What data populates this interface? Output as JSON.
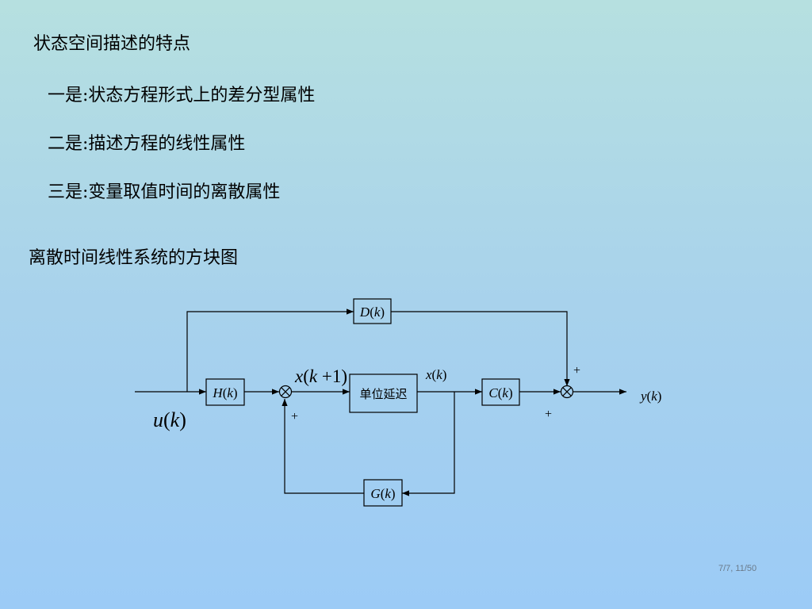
{
  "section1": {
    "title": "状态空间描述的特点",
    "points": [
      "一是:状态方程形式上的差分型属性",
      "二是:描述方程的线性属性",
      "三是:变量取值时间的离散属性"
    ]
  },
  "section2": {
    "title": "离散时间线性系统的方块图"
  },
  "diagram": {
    "blocks": {
      "D": {
        "func": "D",
        "arg": "k"
      },
      "H": {
        "func": "H",
        "arg": "k"
      },
      "delay": {
        "label": "单位延迟"
      },
      "C": {
        "func": "C",
        "arg": "k"
      },
      "G": {
        "func": "G",
        "arg": "k"
      }
    },
    "signals": {
      "input": {
        "var": "u",
        "arg": "k"
      },
      "next_state": {
        "var": "x",
        "arg": "k",
        "op": "+",
        "num": "1"
      },
      "state": {
        "var": "x",
        "arg": "k"
      },
      "output": {
        "var": "y",
        "arg": "k"
      }
    },
    "signs": {
      "sum1_bottom": "+",
      "sum2_top": "+",
      "sum2_bottom": "+"
    }
  },
  "footer": {
    "page_number": "7/7, 11/50"
  }
}
